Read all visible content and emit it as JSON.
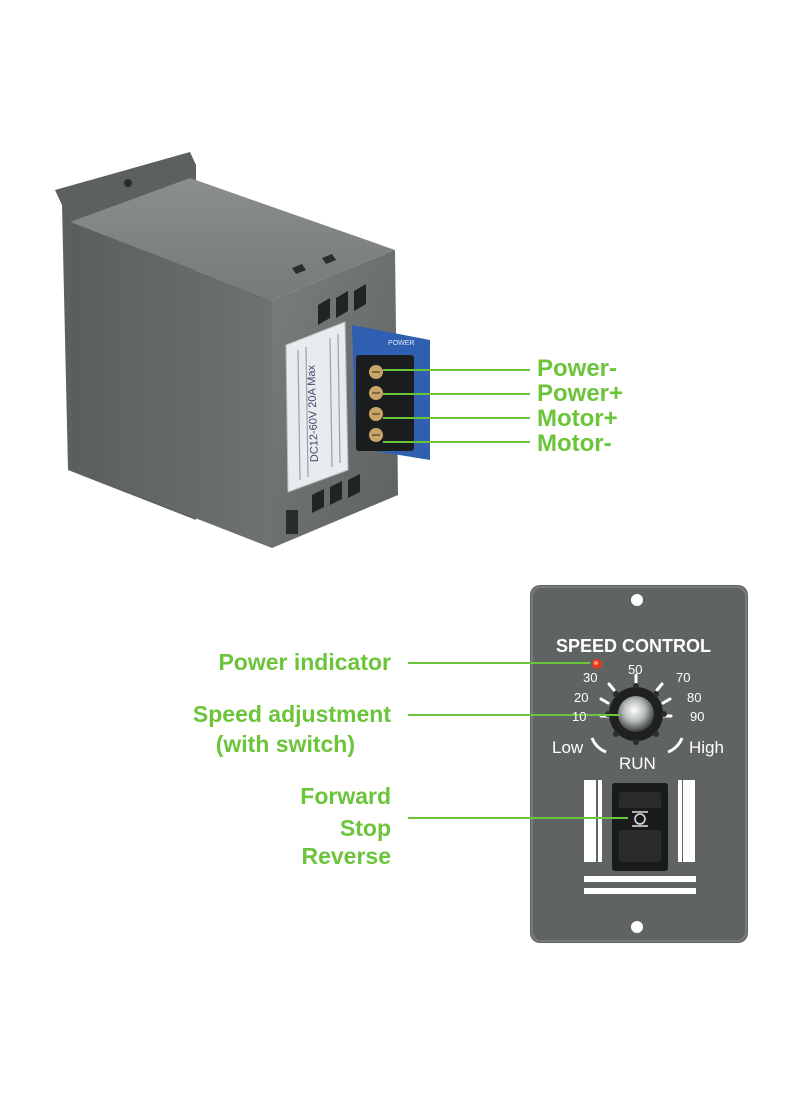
{
  "terminal_labels": [
    {
      "label": "Power-"
    },
    {
      "label": "Power+"
    },
    {
      "label": "Motor+"
    },
    {
      "label": "Motor-"
    }
  ],
  "panel": {
    "title": "SPEED CONTROL",
    "scale": [
      "10",
      "20",
      "30",
      "50",
      "70",
      "80",
      "90"
    ],
    "low_label": "Low",
    "high_label": "High",
    "run_label": "RUN"
  },
  "callouts": {
    "power_indicator": "Power indicator",
    "speed_adjustment_line1": "Speed adjustment",
    "speed_adjustment_line2": "(with switch)",
    "forward": "Forward",
    "stop": "Stop",
    "reverse": "Reverse"
  },
  "device_label": {
    "rating": "DC12-60V 20A Max",
    "board_marking": "POWER"
  },
  "colors": {
    "callout_green": "#6cc43a",
    "housing_gray": "#6b6f6d",
    "panel_gray": "#5f6462",
    "indicator_red": "#e63a1e"
  }
}
